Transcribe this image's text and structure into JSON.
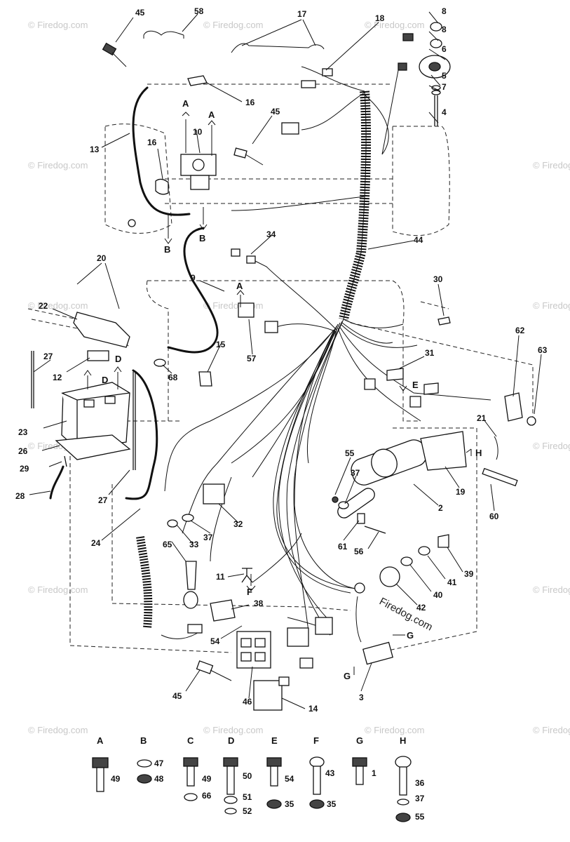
{
  "watermark": {
    "text": "© Firedog.com",
    "center_text": "Firedog.com"
  },
  "callouts": [
    {
      "id": "c45a",
      "label": "45"
    },
    {
      "id": "c58",
      "label": "58"
    },
    {
      "id": "c17",
      "label": "17"
    },
    {
      "id": "c18",
      "label": "18"
    },
    {
      "id": "c8a",
      "label": "8"
    },
    {
      "id": "c8b",
      "label": "8"
    },
    {
      "id": "c6",
      "label": "6"
    },
    {
      "id": "c5",
      "label": "5"
    },
    {
      "id": "c7",
      "label": "7"
    },
    {
      "id": "c4",
      "label": "4"
    },
    {
      "id": "c16a",
      "label": "16"
    },
    {
      "id": "c16b",
      "label": "16"
    },
    {
      "id": "c45b",
      "label": "45"
    },
    {
      "id": "c10",
      "label": "10"
    },
    {
      "id": "c13",
      "label": "13"
    },
    {
      "id": "c34",
      "label": "34"
    },
    {
      "id": "c44",
      "label": "44"
    },
    {
      "id": "c20",
      "label": "20"
    },
    {
      "id": "c9",
      "label": "9"
    },
    {
      "id": "c30",
      "label": "30"
    },
    {
      "id": "c22",
      "label": "22"
    },
    {
      "id": "c15",
      "label": "15"
    },
    {
      "id": "c57",
      "label": "57"
    },
    {
      "id": "c62",
      "label": "62"
    },
    {
      "id": "c63",
      "label": "63"
    },
    {
      "id": "c27a",
      "label": "27"
    },
    {
      "id": "c31",
      "label": "31"
    },
    {
      "id": "c12",
      "label": "12"
    },
    {
      "id": "c68",
      "label": "68"
    },
    {
      "id": "c23",
      "label": "23"
    },
    {
      "id": "c21",
      "label": "21"
    },
    {
      "id": "c26",
      "label": "26"
    },
    {
      "id": "c29",
      "label": "29"
    },
    {
      "id": "c55a",
      "label": "55"
    },
    {
      "id": "c19",
      "label": "19"
    },
    {
      "id": "c28",
      "label": "28"
    },
    {
      "id": "c27b",
      "label": "27"
    },
    {
      "id": "c37a",
      "label": "37"
    },
    {
      "id": "c2",
      "label": "2"
    },
    {
      "id": "c60",
      "label": "60"
    },
    {
      "id": "c32",
      "label": "32"
    },
    {
      "id": "c24",
      "label": "24"
    },
    {
      "id": "c33",
      "label": "33"
    },
    {
      "id": "c37b",
      "label": "37"
    },
    {
      "id": "c61",
      "label": "61"
    },
    {
      "id": "c56",
      "label": "56"
    },
    {
      "id": "c39",
      "label": "39"
    },
    {
      "id": "c41",
      "label": "41"
    },
    {
      "id": "c65",
      "label": "65"
    },
    {
      "id": "c11",
      "label": "11"
    },
    {
      "id": "c40",
      "label": "40"
    },
    {
      "id": "c42",
      "label": "42"
    },
    {
      "id": "c38",
      "label": "38"
    },
    {
      "id": "c54",
      "label": "54"
    },
    {
      "id": "c3",
      "label": "3"
    },
    {
      "id": "c45c",
      "label": "45"
    },
    {
      "id": "c46",
      "label": "46"
    },
    {
      "id": "c14",
      "label": "14"
    }
  ],
  "connectors": {
    "A1": "A",
    "A2": "A",
    "A3": "A",
    "B1": "B",
    "B2": "B",
    "D1": "D",
    "D2": "D",
    "E": "E",
    "F": "F",
    "G1": "G",
    "G2": "G",
    "H": "H"
  },
  "hardware_legend": [
    {
      "letter": "A",
      "parts": [
        "49"
      ]
    },
    {
      "letter": "B",
      "parts": [
        "47",
        "48"
      ]
    },
    {
      "letter": "C",
      "parts": [
        "49",
        "66"
      ]
    },
    {
      "letter": "D",
      "parts": [
        "50",
        "51",
        "52"
      ]
    },
    {
      "letter": "E",
      "parts": [
        "54",
        "35"
      ]
    },
    {
      "letter": "F",
      "parts": [
        "43",
        "35"
      ]
    },
    {
      "letter": "G",
      "parts": [
        "1"
      ]
    },
    {
      "letter": "H",
      "parts": [
        "36",
        "37",
        "55"
      ]
    }
  ]
}
